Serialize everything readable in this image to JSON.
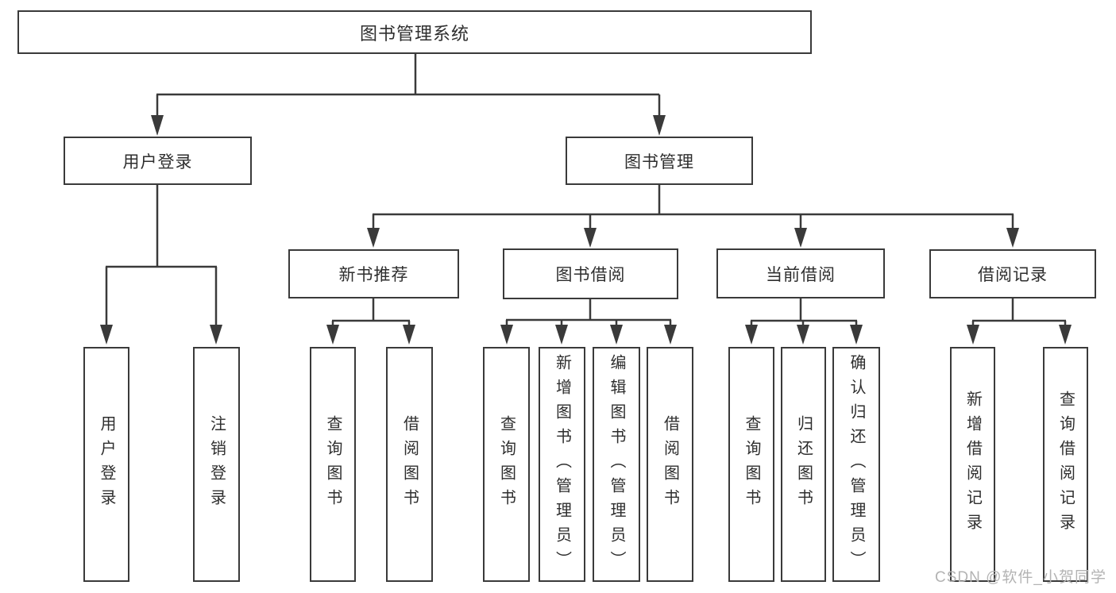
{
  "diagram": {
    "type": "tree-diagram",
    "root": {
      "label": "图书管理系统"
    },
    "level2": [
      {
        "label": "用户登录"
      },
      {
        "label": "图书管理"
      }
    ],
    "level3": [
      {
        "label": "新书推荐"
      },
      {
        "label": "图书借阅"
      },
      {
        "label": "当前借阅"
      },
      {
        "label": "借阅记录"
      }
    ],
    "leaves": {
      "user": [
        "用户登录",
        "注销登录"
      ],
      "recommend": [
        "查询图书",
        "借阅图书"
      ],
      "borrow": [
        "查询图书",
        "新增图书（管理员）",
        "编辑图书（管理员）",
        "借阅图书"
      ],
      "current": [
        "查询图书",
        "归还图书",
        "确认归还（管理员）"
      ],
      "records": [
        "新增借阅记录",
        "查询借阅记录"
      ]
    }
  },
  "watermark": "CSDN @软件_小贺同学",
  "colors": {
    "line": "#3a3a3a",
    "box_border": "#3a3a3a",
    "text": "#2e2e2e",
    "watermark": "#b3b3b3",
    "background": "#ffffff"
  }
}
